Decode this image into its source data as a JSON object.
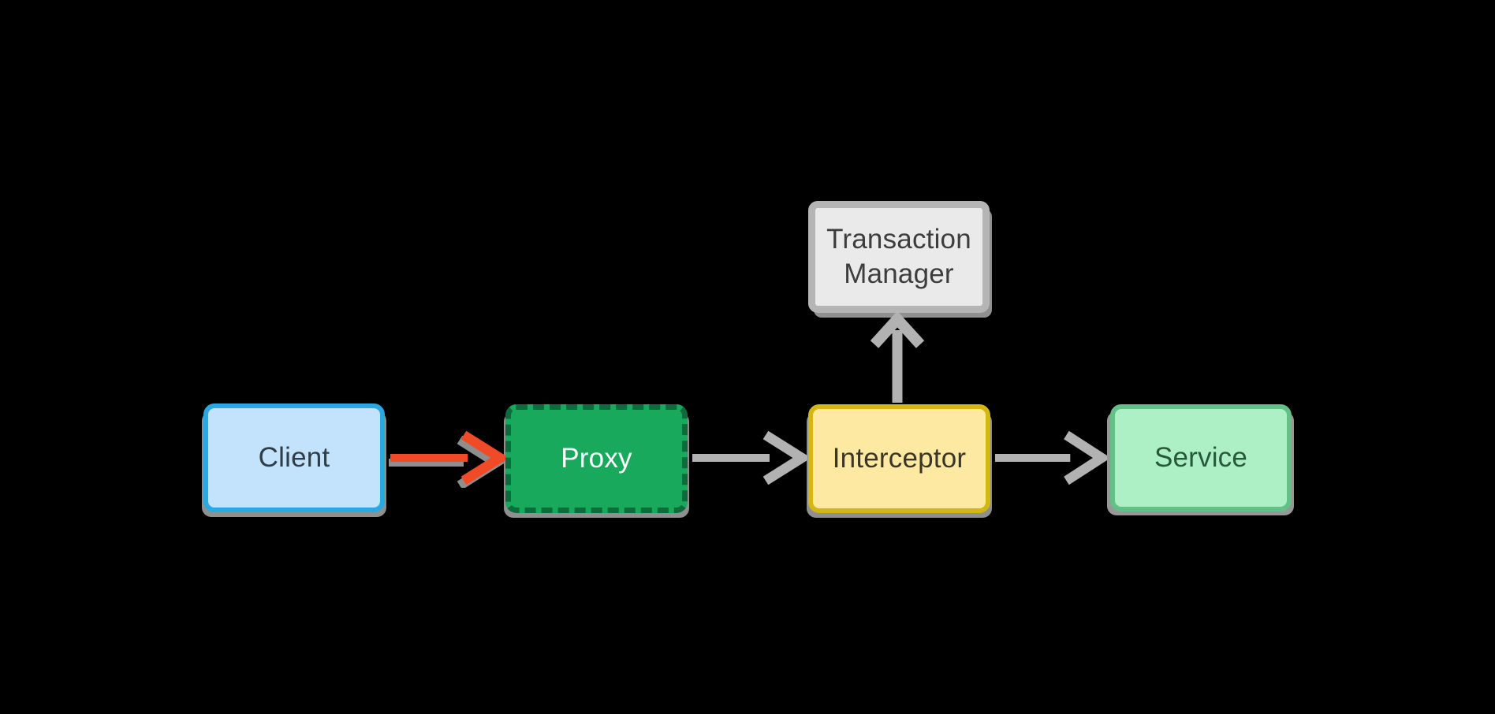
{
  "canvas": {
    "background_color": "#000000",
    "shadow_color": "#8f8f8f"
  },
  "nodes": {
    "client": {
      "label": "Client",
      "fill": "#c2e3fb",
      "border": "#29a9e2",
      "text_color": "#2e3d48",
      "border_style": "solid"
    },
    "proxy": {
      "label": "Proxy",
      "fill": "#18a95c",
      "border": "#0d6b3c",
      "text_color": "#ffffff",
      "border_style": "dashed"
    },
    "interceptor": {
      "label": "Interceptor",
      "fill": "#fde9a2",
      "border": "#d3b813",
      "text_color": "#3a3527",
      "border_style": "solid"
    },
    "service": {
      "label": "Service",
      "fill": "#adf0c6",
      "border": "#63c086",
      "text_color": "#26593a",
      "border_style": "solid"
    },
    "transaction_manager": {
      "label_line1": "Transaction",
      "label_line2": "Manager",
      "fill": "#eaeaea",
      "border": "#b5b5b5",
      "text_color": "#3d3d3d",
      "border_style": "solid"
    }
  },
  "edges": [
    {
      "id": "client-to-proxy",
      "from": "Client",
      "to": "Proxy",
      "direction": "right",
      "color": "#f14a26",
      "shadow": "#8e8e8e"
    },
    {
      "id": "proxy-to-interceptor",
      "from": "Proxy",
      "to": "Interceptor",
      "direction": "right",
      "color": "#b2b2b2"
    },
    {
      "id": "interceptor-to-service",
      "from": "Interceptor",
      "to": "Service",
      "direction": "right",
      "color": "#b2b2b2"
    },
    {
      "id": "interceptor-to-transaction-manager",
      "from": "Interceptor",
      "to": "Transaction Manager",
      "direction": "up",
      "color": "#b2b2b2"
    }
  ]
}
